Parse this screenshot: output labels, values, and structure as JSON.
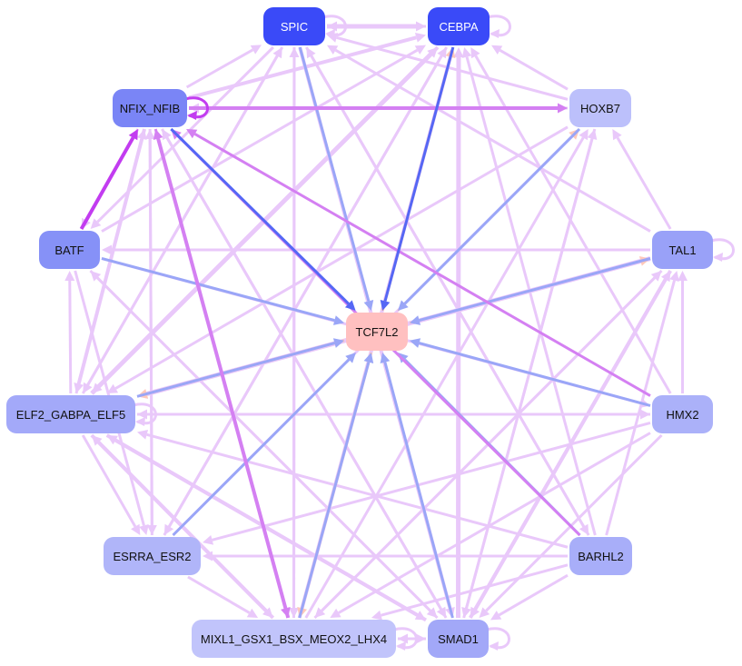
{
  "graph": {
    "nodes": [
      {
        "id": "SPIC",
        "label": "SPIC",
        "color": "#3a4af8",
        "text": "light"
      },
      {
        "id": "CEBPA",
        "label": "CEBPA",
        "color": "#3a4af8",
        "text": "light"
      },
      {
        "id": "NFIX_NFIB",
        "label": "NFIX_NFIB",
        "color": "#7a85f6",
        "text": "dark"
      },
      {
        "id": "HOXB7",
        "label": "HOXB7",
        "color": "#bcc0fb",
        "text": "dark"
      },
      {
        "id": "BATF",
        "label": "BATF",
        "color": "#8691f7",
        "text": "dark"
      },
      {
        "id": "TAL1",
        "label": "TAL1",
        "color": "#99a1f8",
        "text": "dark"
      },
      {
        "id": "TCF7L2",
        "label": "TCF7L2",
        "color": "#ffc0c0",
        "text": "dark"
      },
      {
        "id": "ELF2_GABPA_ELF5",
        "label": "ELF2_GABPA_ELF5",
        "color": "#a3a9f9",
        "text": "dark"
      },
      {
        "id": "HMX2",
        "label": "HMX2",
        "color": "#abb1f9",
        "text": "dark"
      },
      {
        "id": "ESRRA_ESR2",
        "label": "ESRRA_ESR2",
        "color": "#b0b5f9",
        "text": "dark"
      },
      {
        "id": "BARHL2",
        "label": "BARHL2",
        "color": "#a8aef9",
        "text": "dark"
      },
      {
        "id": "MIXL1_GSX1_BSX_MEOX2_LHX4",
        "label": "MIXL1_GSX1_BSX_MEOX2_LHX4",
        "color": "#c1c4fb",
        "text": "dark"
      },
      {
        "id": "SMAD1",
        "label": "SMAD1",
        "color": "#a2a8f8",
        "text": "dark"
      }
    ],
    "edge_colors": {
      "blue": "#5567f5",
      "lightblue": "#9aa6f7",
      "peach": "#ffc9bb",
      "purple": "#c23cf0",
      "midpurple": "#d480f2",
      "lavender": "#e9c8fa"
    },
    "edges": [
      [
        "SPIC",
        "TCF7L2",
        "lightblue",
        3
      ],
      [
        "CEBPA",
        "TCF7L2",
        "blue",
        3
      ],
      [
        "TCF7L2",
        "CEBPA",
        "peach",
        3
      ],
      [
        "NFIX_NFIB",
        "TCF7L2",
        "blue",
        3
      ],
      [
        "HOXB7",
        "TCF7L2",
        "lightblue",
        3
      ],
      [
        "TCF7L2",
        "HOXB7",
        "peach",
        2
      ],
      [
        "BATF",
        "TCF7L2",
        "lightblue",
        3
      ],
      [
        "TAL1",
        "TCF7L2",
        "lightblue",
        3
      ],
      [
        "TCF7L2",
        "TAL1",
        "peach",
        2
      ],
      [
        "ELF2_GABPA_ELF5",
        "TCF7L2",
        "lightblue",
        3
      ],
      [
        "TCF7L2",
        "ELF2_GABPA_ELF5",
        "peach",
        3
      ],
      [
        "HMX2",
        "TCF7L2",
        "lightblue",
        3
      ],
      [
        "ESRRA_ESR2",
        "TCF7L2",
        "lightblue",
        3
      ],
      [
        "BARHL2",
        "TCF7L2",
        "lightblue",
        3
      ],
      [
        "SMAD1",
        "TCF7L2",
        "lightblue",
        3
      ],
      [
        "MIXL1_GSX1_BSX_MEOX2_LHX4",
        "TCF7L2",
        "lightblue",
        3
      ],
      [
        "TCF7L2",
        "MIXL1_GSX1_BSX_MEOX2_LHX4",
        "peach",
        3
      ],
      [
        "BATF",
        "NFIX_NFIB",
        "purple",
        4
      ],
      [
        "BARHL2",
        "NFIX_NFIB",
        "midpurple",
        3
      ],
      [
        "HMX2",
        "NFIX_NFIB",
        "midpurple",
        3
      ],
      [
        "MIXL1_GSX1_BSX_MEOX2_LHX4",
        "NFIX_NFIB",
        "midpurple",
        4
      ],
      [
        "NFIX_NFIB",
        "MIXL1_GSX1_BSX_MEOX2_LHX4",
        "midpurple",
        3
      ],
      [
        "NFIX_NFIB",
        "HOXB7",
        "midpurple",
        4
      ],
      [
        "HOXB7",
        "NFIX_NFIB",
        "lavender",
        3
      ],
      [
        "SPIC",
        "CEBPA",
        "lavender",
        5
      ],
      [
        "CEBPA",
        "SPIC",
        "lavender",
        3
      ],
      [
        "NFIX_NFIB",
        "CEBPA",
        "lavender",
        4
      ],
      [
        "NFIX_NFIB",
        "SPIC",
        "lavender",
        3
      ],
      [
        "HOXB7",
        "CEBPA",
        "lavender",
        3
      ],
      [
        "HOXB7",
        "SPIC",
        "lavender",
        3
      ],
      [
        "TAL1",
        "HOXB7",
        "lavender",
        3
      ],
      [
        "TAL1",
        "SPIC",
        "lavender",
        3
      ],
      [
        "TAL1",
        "BATF",
        "lavender",
        3
      ],
      [
        "TAL1",
        "ELF2_GABPA_ELF5",
        "lavender",
        5
      ],
      [
        "TAL1",
        "SMAD1",
        "lavender",
        4
      ],
      [
        "TAL1",
        "MIXL1_GSX1_BSX_MEOX2_LHX4",
        "lavender",
        3
      ],
      [
        "HMX2",
        "TAL1",
        "lavender",
        3
      ],
      [
        "HMX2",
        "ELF2_GABPA_ELF5",
        "lavender",
        3
      ],
      [
        "HMX2",
        "ESRRA_ESR2",
        "lavender",
        3
      ],
      [
        "HMX2",
        "SMAD1",
        "lavender",
        3
      ],
      [
        "HMX2",
        "MIXL1_GSX1_BSX_MEOX2_LHX4",
        "lavender",
        3
      ],
      [
        "HMX2",
        "CEBPA",
        "lavender",
        3
      ],
      [
        "BARHL2",
        "ELF2_GABPA_ELF5",
        "lavender",
        3
      ],
      [
        "BARHL2",
        "TAL1",
        "lavender",
        3
      ],
      [
        "BARHL2",
        "ESRRA_ESR2",
        "lavender",
        3
      ],
      [
        "BARHL2",
        "MIXL1_GSX1_BSX_MEOX2_LHX4",
        "lavender",
        3
      ],
      [
        "BARHL2",
        "SMAD1",
        "lavender",
        3
      ],
      [
        "BARHL2",
        "SPIC",
        "lavender",
        3
      ],
      [
        "BARHL2",
        "CEBPA",
        "lavender",
        3
      ],
      [
        "SMAD1",
        "CEBPA",
        "lavender",
        5
      ],
      [
        "SMAD1",
        "TAL1",
        "lavender",
        4
      ],
      [
        "SMAD1",
        "HOXB7",
        "lavender",
        3
      ],
      [
        "SMAD1",
        "NFIX_NFIB",
        "lavender",
        3
      ],
      [
        "SMAD1",
        "BATF",
        "lavender",
        3
      ],
      [
        "SMAD1",
        "ELF2_GABPA_ELF5",
        "lavender",
        4
      ],
      [
        "SMAD1",
        "MIXL1_GSX1_BSX_MEOX2_LHX4",
        "lavender",
        3
      ],
      [
        "MIXL1_GSX1_BSX_MEOX2_LHX4",
        "CEBPA",
        "lavender",
        4
      ],
      [
        "MIXL1_GSX1_BSX_MEOX2_LHX4",
        "SPIC",
        "lavender",
        3
      ],
      [
        "MIXL1_GSX1_BSX_MEOX2_LHX4",
        "HOXB7",
        "lavender",
        3
      ],
      [
        "MIXL1_GSX1_BSX_MEOX2_LHX4",
        "TAL1",
        "lavender",
        3
      ],
      [
        "MIXL1_GSX1_BSX_MEOX2_LHX4",
        "SMAD1",
        "lavender",
        3
      ],
      [
        "MIXL1_GSX1_BSX_MEOX2_LHX4",
        "ELF2_GABPA_ELF5",
        "lavender",
        4
      ],
      [
        "ESRRA_ESR2",
        "CEBPA",
        "lavender",
        3
      ],
      [
        "ESRRA_ESR2",
        "HOXB7",
        "lavender",
        3
      ],
      [
        "ESRRA_ESR2",
        "NFIX_NFIB",
        "lavender",
        3
      ],
      [
        "ESRRA_ESR2",
        "MIXL1_GSX1_BSX_MEOX2_LHX4",
        "lavender",
        3
      ],
      [
        "ELF2_GABPA_ELF5",
        "CEBPA",
        "lavender",
        5
      ],
      [
        "ELF2_GABPA_ELF5",
        "SPIC",
        "lavender",
        3
      ],
      [
        "ELF2_GABPA_ELF5",
        "NFIX_NFIB",
        "lavender",
        3
      ],
      [
        "ELF2_GABPA_ELF5",
        "BATF",
        "lavender",
        3
      ],
      [
        "ELF2_GABPA_ELF5",
        "ESRRA_ESR2",
        "lavender",
        3
      ],
      [
        "ELF2_GABPA_ELF5",
        "SMAD1",
        "lavender",
        4
      ],
      [
        "ELF2_GABPA_ELF5",
        "MIXL1_GSX1_BSX_MEOX2_LHX4",
        "lavender",
        4
      ],
      [
        "ELF2_GABPA_ELF5",
        "HMX2",
        "lavender",
        3
      ],
      [
        "BATF",
        "SMAD1",
        "lavender",
        3
      ],
      [
        "BATF",
        "ESRRA_ESR2",
        "lavender",
        3
      ],
      [
        "BATF",
        "CEBPA",
        "lavender",
        3
      ],
      [
        "BATF",
        "HMX2",
        "lavender",
        3
      ],
      [
        "NFIX_NFIB",
        "BATF",
        "lavender",
        3
      ],
      [
        "NFIX_NFIB",
        "ELF2_GABPA_ELF5",
        "lavender",
        4
      ],
      [
        "NFIX_NFIB",
        "ESRRA_ESR2",
        "lavender",
        3
      ],
      [
        "NFIX_NFIB",
        "SMAD1",
        "lavender",
        3
      ],
      [
        "SPIC",
        "BATF",
        "lavender",
        3
      ],
      [
        "SPIC",
        "ELF2_GABPA_ELF5",
        "lavender",
        3
      ],
      [
        "SPIC",
        "SMAD1",
        "lavender",
        4
      ],
      [
        "SPIC",
        "BARHL2",
        "lavender",
        3
      ],
      [
        "SPIC",
        "MIXL1_GSX1_BSX_MEOX2_LHX4",
        "lavender",
        3
      ],
      [
        "CEBPA",
        "ESRRA_ESR2",
        "lavender",
        3
      ],
      [
        "CEBPA",
        "MIXL1_GSX1_BSX_MEOX2_LHX4",
        "lavender",
        3
      ],
      [
        "CEBPA",
        "ELF2_GABPA_ELF5",
        "lavender",
        4
      ],
      [
        "HOXB7",
        "SMAD1",
        "lavender",
        3
      ],
      [
        "HOXB7",
        "ELF2_GABPA_ELF5",
        "lavender",
        3
      ]
    ],
    "self_loops": [
      [
        "SPIC",
        "lavender"
      ],
      [
        "CEBPA",
        "lavender"
      ],
      [
        "NFIX_NFIB",
        "purple"
      ],
      [
        "TAL1",
        "lavender"
      ],
      [
        "ELF2_GABPA_ELF5",
        "lavender"
      ],
      [
        "SMAD1",
        "lavender"
      ],
      [
        "MIXL1_GSX1_BSX_MEOX2_LHX4",
        "lavender"
      ]
    ]
  }
}
